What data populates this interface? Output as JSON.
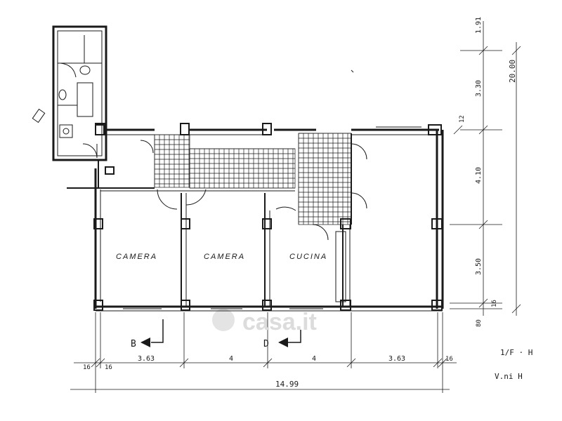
{
  "rooms": {
    "camera_1": "CAMERA",
    "camera_2": "CAMERA",
    "cucina": "CUCINA"
  },
  "section_markers": {
    "b": "B",
    "d": "D"
  },
  "dimensions": {
    "bottom": {
      "d1": "16",
      "d2": "16",
      "d3": "3.63",
      "d4": "4",
      "d5": "4",
      "d6": "3.63",
      "d7": "16",
      "total": "14.99"
    },
    "right": {
      "r1": "1.91",
      "r2": "3.30",
      "r3": "4.10",
      "r4": "3.50",
      "r5": "16",
      "r6": "80",
      "r7": "12",
      "total": "20.00"
    }
  },
  "notes": {
    "line1": "1/F · H",
    "line2": "V.ni H"
  },
  "watermark": "casa.it",
  "colors": {
    "ink": "#1a1a1a",
    "watermark": "#dcdcdc"
  }
}
